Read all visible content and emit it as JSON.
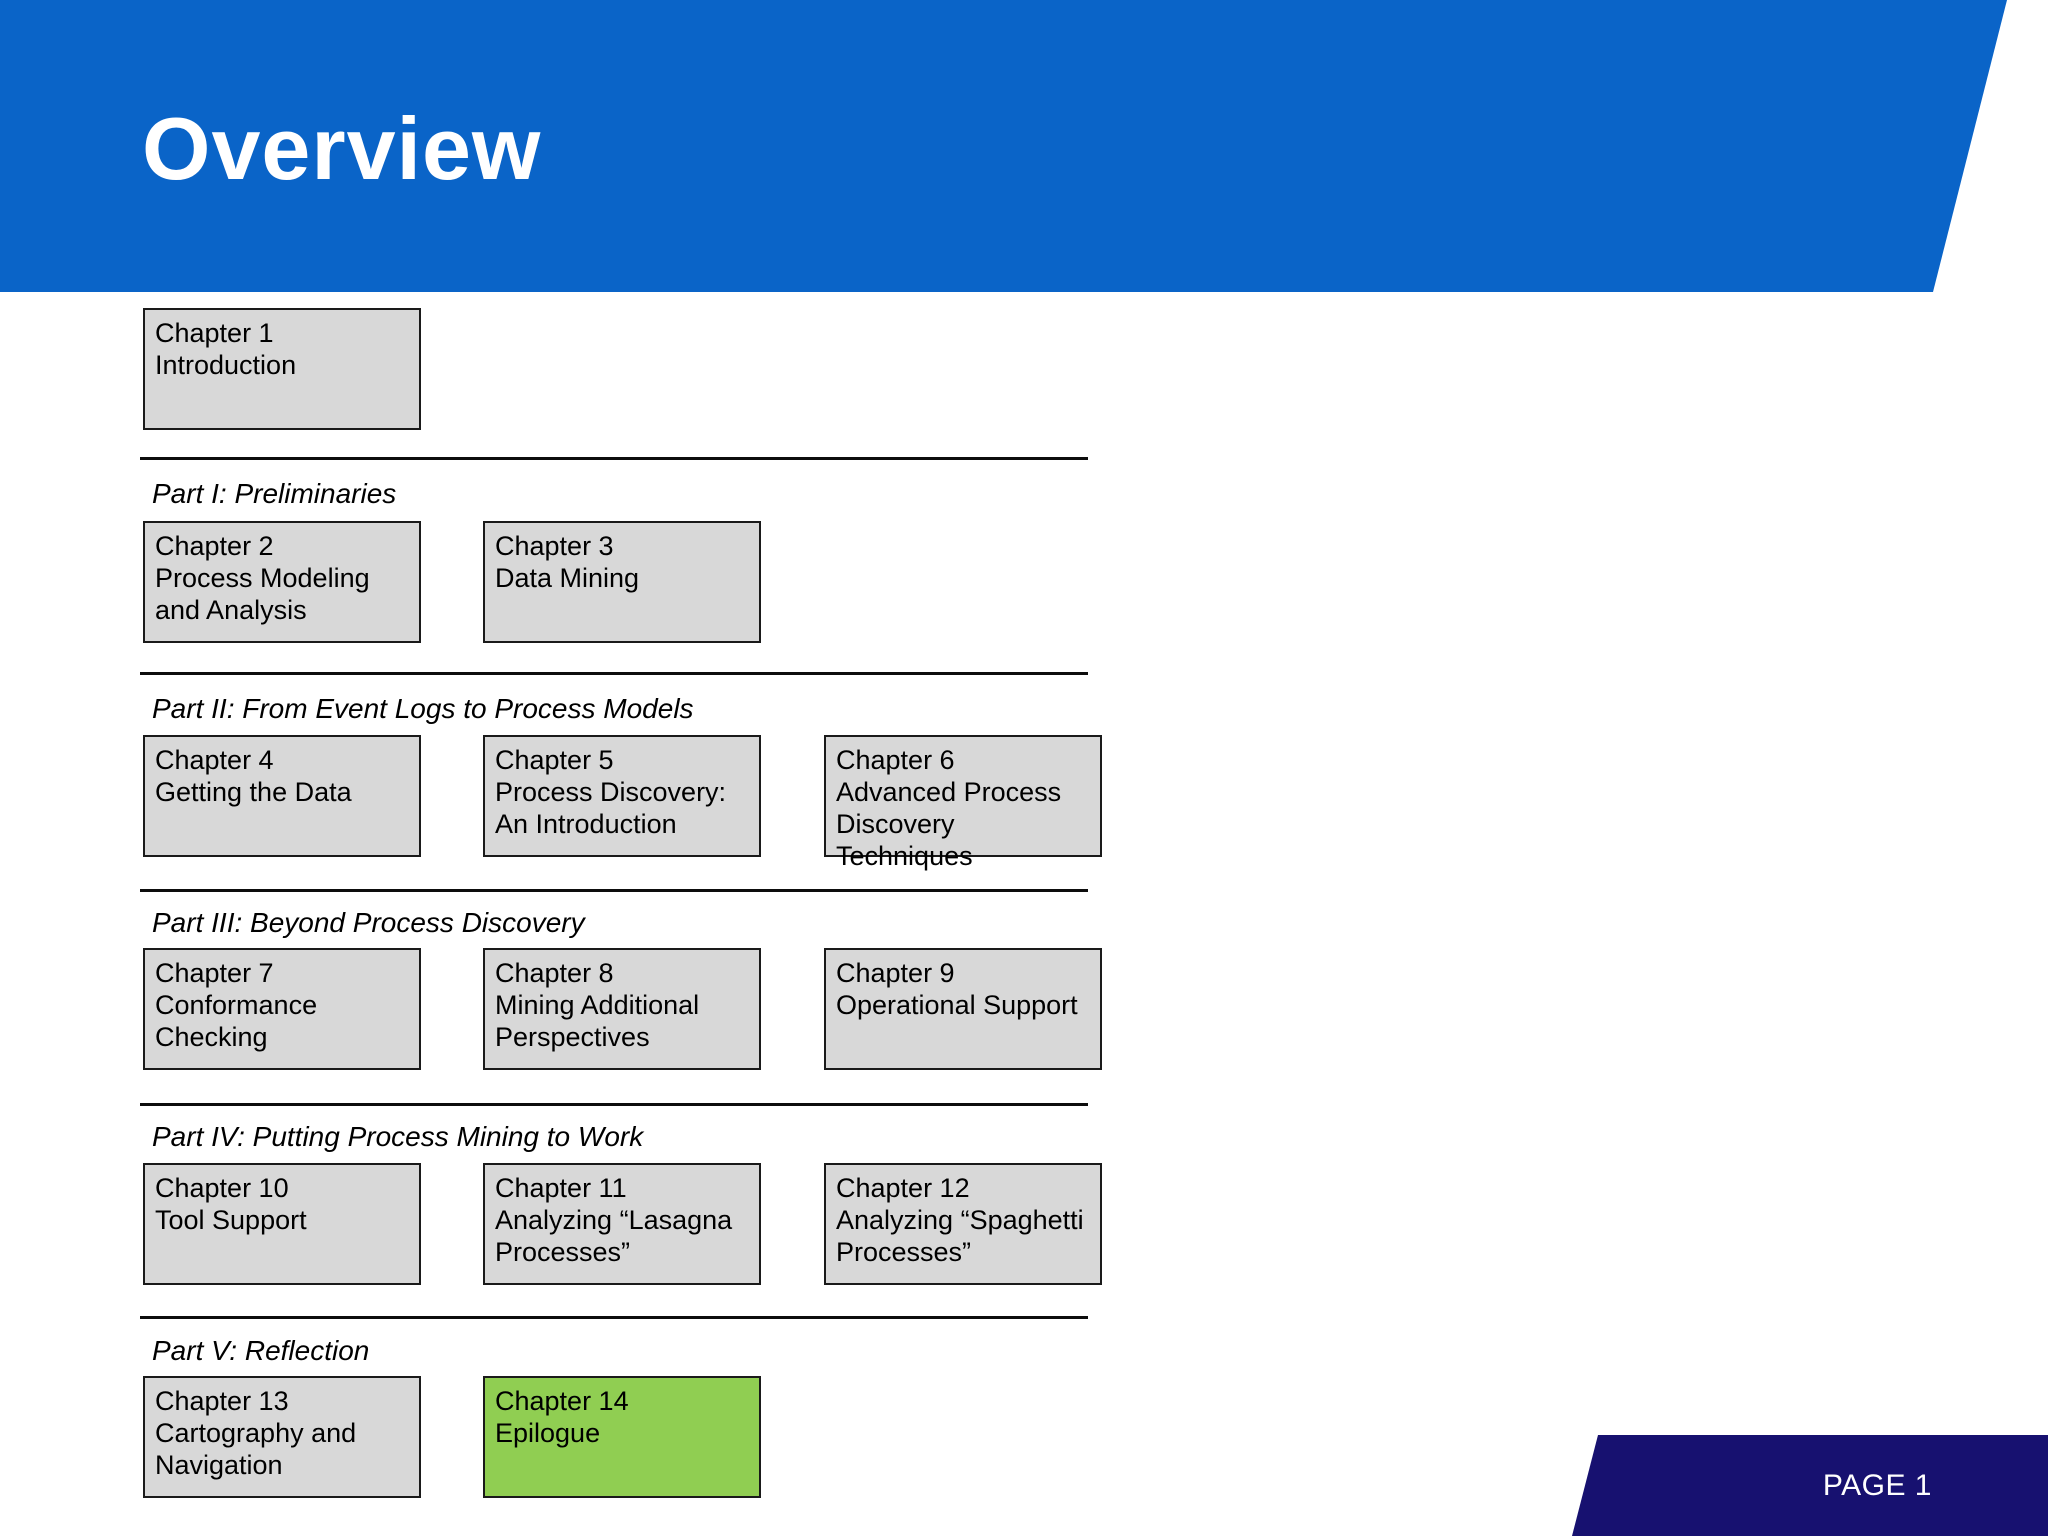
{
  "slide": {
    "title": "Overview"
  },
  "footer": {
    "page_label": "PAGE 1"
  },
  "colors": {
    "header_blue": "#0A64C8",
    "footer_navy": "#171170",
    "box_gray": "#D8D8D8",
    "box_green": "#90CE52",
    "box_border": "#1A1A1A",
    "divider": "#0D0D0D",
    "title_text": "#FFFFFF",
    "body_text": "#000000"
  },
  "intro": {
    "chapter": "Chapter 1",
    "title": "Introduction"
  },
  "parts": [
    {
      "label": "Part I: Preliminaries",
      "chapters": [
        {
          "chapter": "Chapter 2",
          "title": "Process Modeling and Analysis"
        },
        {
          "chapter": "Chapter 3",
          "title": "Data Mining"
        }
      ]
    },
    {
      "label": "Part II: From Event Logs to Process Models",
      "chapters": [
        {
          "chapter": "Chapter 4",
          "title": "Getting the Data"
        },
        {
          "chapter": "Chapter 5",
          "title": "Process Discovery: An Introduction"
        },
        {
          "chapter": "Chapter 6",
          "title": "Advanced Process Discovery Techniques"
        }
      ]
    },
    {
      "label": "Part III: Beyond Process Discovery",
      "chapters": [
        {
          "chapter": "Chapter 7",
          "title": "Conformance Checking"
        },
        {
          "chapter": "Chapter 8",
          "title": "Mining Additional Perspectives"
        },
        {
          "chapter": "Chapter 9",
          "title": "Operational Support"
        }
      ]
    },
    {
      "label": "Part IV: Putting Process Mining to Work",
      "chapters": [
        {
          "chapter": "Chapter 10",
          "title": "Tool Support"
        },
        {
          "chapter": "Chapter 11",
          "title": "Analyzing “Lasagna Processes”"
        },
        {
          "chapter": "Chapter 12",
          "title": "Analyzing “Spaghetti Processes”"
        }
      ]
    },
    {
      "label": "Part V: Reflection",
      "chapters": [
        {
          "chapter": "Chapter 13",
          "title": "Cartography and Navigation"
        },
        {
          "chapter": "Chapter 14",
          "title": "Epilogue",
          "highlight": true
        }
      ]
    }
  ]
}
